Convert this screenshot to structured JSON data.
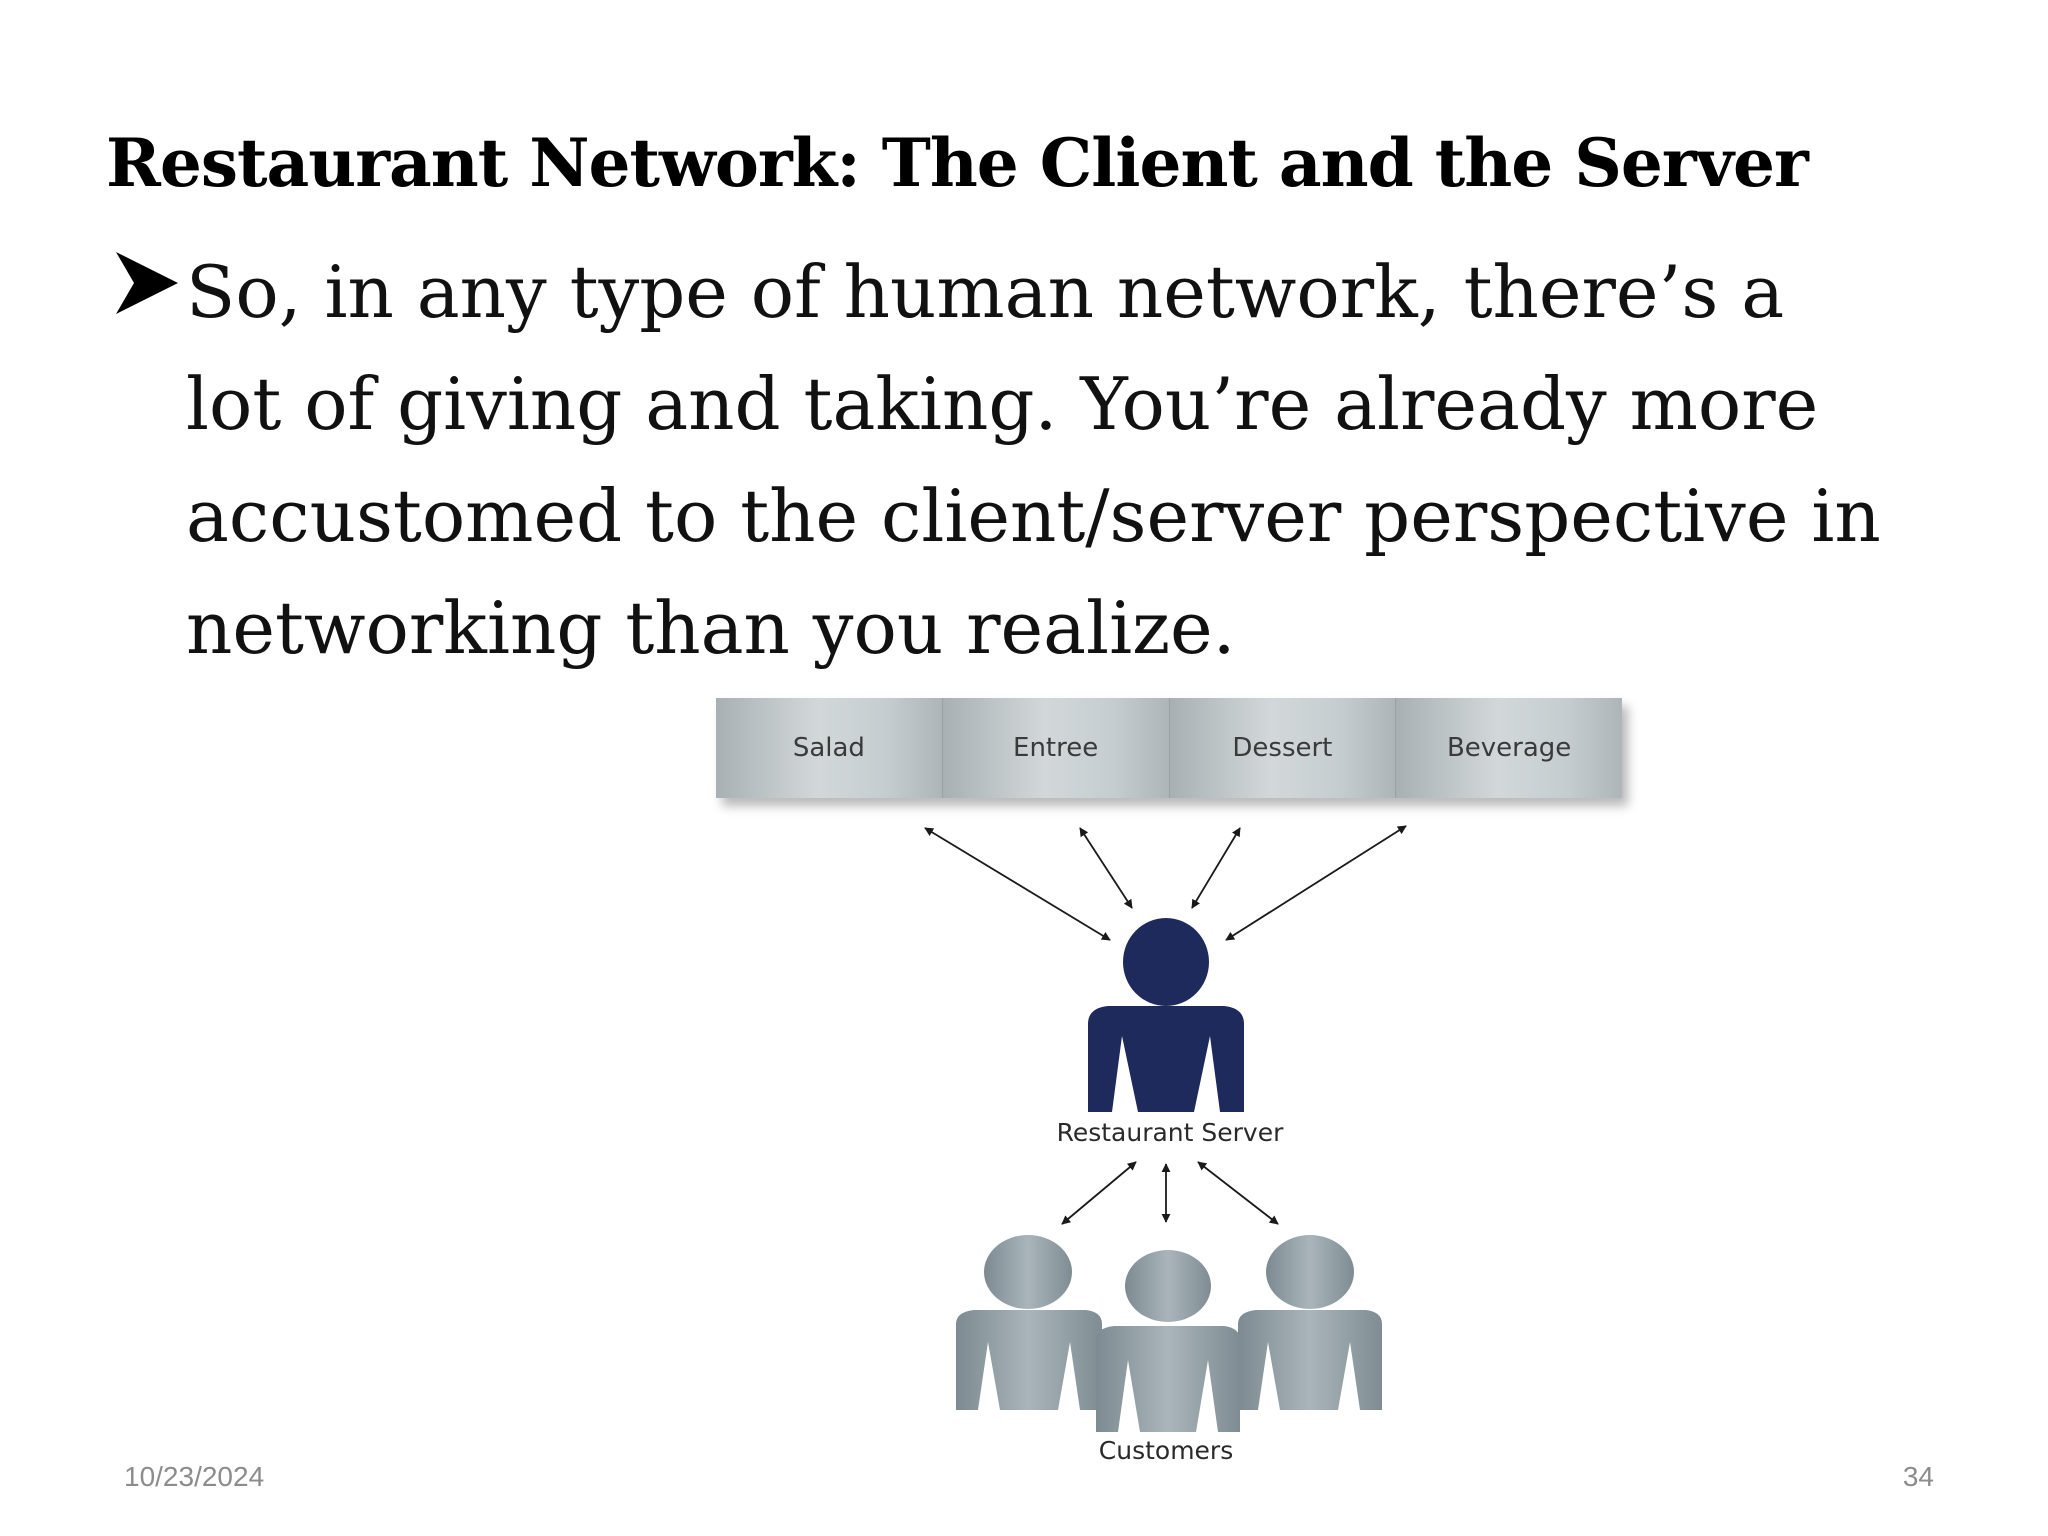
{
  "slide": {
    "title": "Restaurant Network: The Client and the Server",
    "bullet": {
      "icon": "arrowhead-bullet-icon",
      "lines": [
        "So, in any type of human network, there’s a",
        "lot of giving and taking. You’re already more",
        "accustomed to the client/server perspective in",
        "networking than you realize."
      ]
    },
    "diagram": {
      "menu_items": [
        "Salad",
        "Entree",
        "Dessert",
        "Beverage"
      ],
      "server_label": "Restaurant Server",
      "customers_label": "Customers",
      "colors": {
        "server": "#1f2a5c",
        "customers": "#8e9ba2",
        "menu": "#c8cfd2"
      }
    },
    "footer": {
      "date": "10/23/2024",
      "page_number": "34"
    }
  }
}
